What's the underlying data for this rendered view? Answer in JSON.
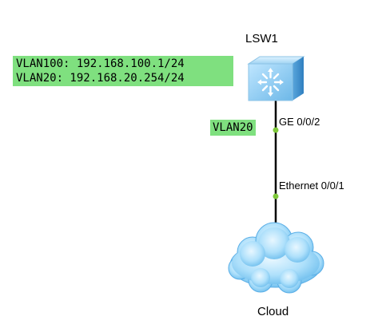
{
  "topology": {
    "switch": {
      "name": "LSW1",
      "icon": "switch-icon"
    },
    "cloud": {
      "name": "Cloud",
      "icon": "cloud-icon"
    },
    "link": {
      "switch_port": "GE 0/0/2",
      "cloud_port": "Ethernet 0/0/1",
      "port_dot_color": "#7ec83a",
      "line_color": "#000000"
    }
  },
  "notes": {
    "ips": [
      "VLAN100: 192.168.100.1/24",
      "VLAN20: 192.168.20.254/24"
    ],
    "port_vlan": "VLAN20",
    "color": "#7fe07f"
  }
}
